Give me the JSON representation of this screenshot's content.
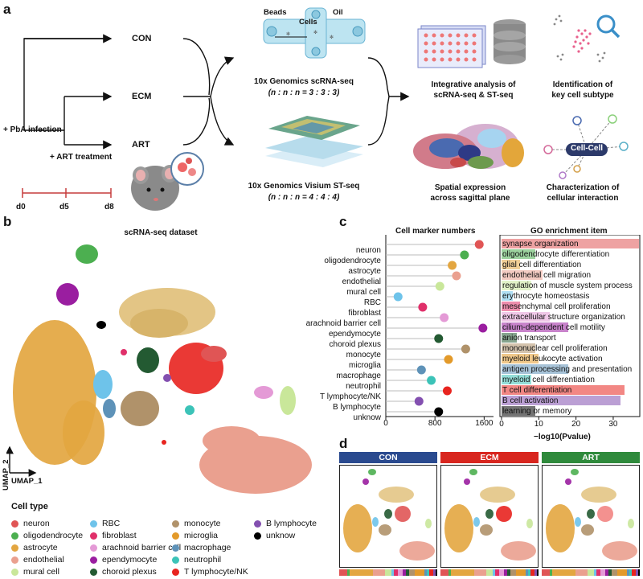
{
  "panels": {
    "a": "a",
    "b": "b",
    "c": "c",
    "d": "d"
  },
  "panel_a": {
    "groups": [
      "CON",
      "ECM",
      "ART"
    ],
    "pba_label": "+ PbA infection",
    "art_label": "+ ART treatment",
    "timeline": [
      "d0",
      "d5",
      "d8"
    ],
    "chip_labels": {
      "beads": "Beads",
      "cells": "Cells",
      "oil": "Oil"
    },
    "scrna_title": "10x Genomics scRNA-seq",
    "scrna_ratio": "(n : n : n = 3 : 3 : 3)",
    "st_title": "10x Genomics Visium ST-seq",
    "st_ratio": "(n : n : n = 4 : 4 : 4)",
    "out1_l1": "Integrative analysis of",
    "out1_l2": "scRNA-seq & ST-seq",
    "out2_l1": "Identification of",
    "out2_l2": "key cell subtype",
    "out3_l1": "Spatial expression",
    "out3_l2": "across sagittal plane",
    "out4_l1": "Characterization of",
    "out4_l2": "cellular interaction",
    "cell_cell": "Cell-Cell"
  },
  "panel_b": {
    "title": "scRNA-seq dataset",
    "axis_y": "UMAP_2",
    "axis_x": "UMAP_1",
    "legend_title": "Cell type",
    "cell_types": [
      {
        "name": "neuron",
        "color": "#e05555"
      },
      {
        "name": "oligodendrocyte",
        "color": "#4caf50"
      },
      {
        "name": "astrocyte",
        "color": "#e3a640"
      },
      {
        "name": "endothelial",
        "color": "#eaa08f"
      },
      {
        "name": "mural cell",
        "color": "#c9e79a"
      },
      {
        "name": "RBC",
        "color": "#6ec3ea"
      },
      {
        "name": "fibroblast",
        "color": "#e0306a"
      },
      {
        "name": "arachnoid barrier cell",
        "color": "#e49ad6"
      },
      {
        "name": "ependymocyte",
        "color": "#9a1ea0"
      },
      {
        "name": "choroid plexus",
        "color": "#235a32"
      },
      {
        "name": "monocyte",
        "color": "#b0926a"
      },
      {
        "name": "microglia",
        "color": "#e39a2a"
      },
      {
        "name": "macrophage",
        "color": "#5e92b8"
      },
      {
        "name": "neutrophil",
        "color": "#3cc3b8"
      },
      {
        "name": "T lymphocyte/NK",
        "color": "#e8241f"
      },
      {
        "name": "B lymphocyte",
        "color": "#8350b0"
      },
      {
        "name": "unknow",
        "color": "#000000"
      }
    ]
  },
  "chart_data": [
    {
      "type": "scatter",
      "title": "Cell marker numbers",
      "categories": [
        "neuron",
        "oligodendrocyte",
        "astrocyte",
        "endothelial",
        "mural cell",
        "RBC",
        "fibroblast",
        "arachnoid barrier cell",
        "ependymocyte",
        "choroid plexus",
        "monocyte",
        "microglia",
        "macrophage",
        "neutrophil",
        "T lymphocyte/NK",
        "B lymphocyte",
        "unknow"
      ],
      "values": [
        1520,
        1280,
        1080,
        1150,
        880,
        200,
        600,
        950,
        1580,
        860,
        1300,
        1020,
        580,
        740,
        1000,
        540,
        860
      ],
      "colors": [
        "#e05555",
        "#4caf50",
        "#e3a640",
        "#eaa08f",
        "#c9e79a",
        "#6ec3ea",
        "#e0306a",
        "#e49ad6",
        "#9a1ea0",
        "#235a32",
        "#b0926a",
        "#e39a2a",
        "#5e92b8",
        "#3cc3b8",
        "#e8241f",
        "#8350b0",
        "#000000"
      ],
      "xticks": [
        "0",
        "800",
        "1600"
      ],
      "xlim": [
        0,
        1700
      ]
    },
    {
      "type": "bar",
      "title": "GO enrichment item",
      "xlabel": "−log10(Pvalue)",
      "xticks": [
        "0",
        "10",
        "20",
        "30"
      ],
      "xlim": [
        0,
        38
      ],
      "categories": [
        "synapse organization",
        "oligodendrocyte differentiation",
        "glial cell differentiation",
        "endothelial cell migration",
        "regulation of muscle system process",
        "erythrocyte homeostasis",
        "mesenchymal cell proliferation",
        "extracellular structure organization",
        "cilium-dependent cell motility",
        "anion transport",
        "mononuclear cell proliferation",
        "myeloid leukocyte activation",
        "antigen processing and presentation",
        "myeloid cell differentiation",
        "T cell differentiation",
        "B cell activation",
        "learning or memory"
      ],
      "values": [
        37,
        9,
        5,
        11,
        8,
        3,
        5,
        13,
        18,
        4,
        9,
        10,
        18,
        8,
        33,
        32,
        9
      ],
      "colors": [
        "#e05555",
        "#4caf50",
        "#e3a640",
        "#eaa08f",
        "#c9e79a",
        "#6ec3ea",
        "#e0306a",
        "#e49ad6",
        "#9a1ea0",
        "#235a32",
        "#b0926a",
        "#e39a2a",
        "#5e92b8",
        "#3cc3b8",
        "#e8241f",
        "#8350b0",
        "#000000"
      ]
    }
  ],
  "panel_d": {
    "conditions": [
      {
        "name": "CON",
        "color": "#2a4a8f"
      },
      {
        "name": "ECM",
        "color": "#d8261f"
      },
      {
        "name": "ART",
        "color": "#2f8a3c"
      }
    ]
  }
}
